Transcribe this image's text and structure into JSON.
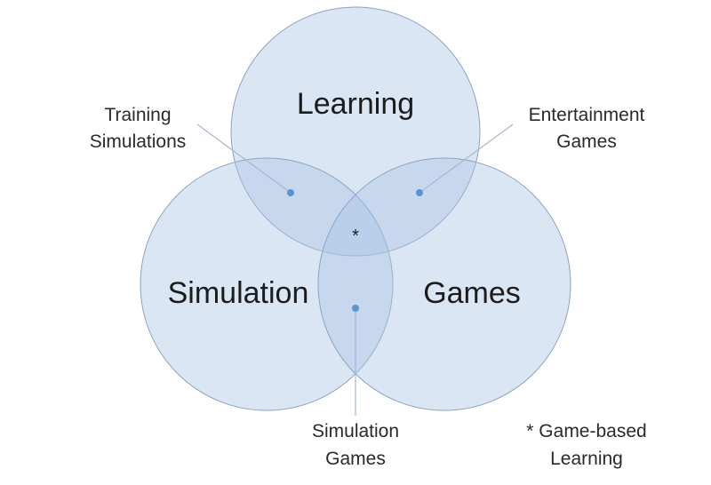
{
  "diagram": {
    "sets": {
      "learning": "Learning",
      "simulation": "Simulation",
      "games": "Games"
    },
    "intersections": {
      "learning_simulation": [
        "Training",
        "Simulations"
      ],
      "learning_games": [
        "Entertainment",
        "Games"
      ],
      "simulation_games": [
        "Simulation",
        "Games"
      ],
      "center_marker": "*"
    },
    "footnote": [
      "* Game-based",
      "Learning"
    ],
    "colors": {
      "circle_fill": "#aac3e4",
      "circle_stroke": "#8fa3bd",
      "leader_dot": "#5b93cf"
    }
  }
}
